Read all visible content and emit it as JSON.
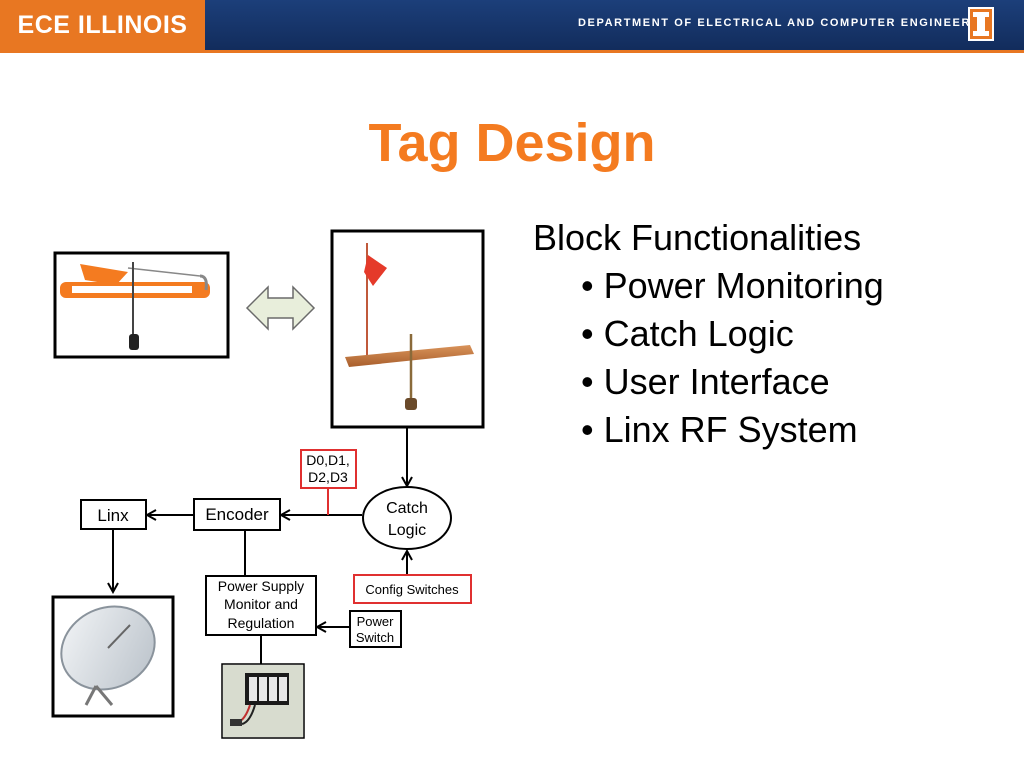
{
  "banner": {
    "logo": "ECE ILLINOIS",
    "department": "DEPARTMENT OF ELECTRICAL AND COMPUTER ENGINEERING"
  },
  "slide": {
    "title": "Tag Design",
    "bullets_heading": "Block Functionalities",
    "bullets": [
      "• Power Monitoring",
      "• Catch Logic",
      "• User Interface",
      "• Linx RF System"
    ]
  },
  "diagram": {
    "linx": "Linx",
    "encoder": "Encoder",
    "catch_logic_1": "Catch",
    "catch_logic_2": "Logic",
    "data_lines_1": "D0,D1,",
    "data_lines_2": "D2,D3",
    "config_switches": "Config Switches",
    "power_supply_1": "Power Supply",
    "power_supply_2": "Monitor and",
    "power_supply_3": "Regulation",
    "power_switch_1": "Power",
    "power_switch_2": "Switch"
  },
  "colors": {
    "banner": "#1c3f7a",
    "accent_orange": "#e87722",
    "title_orange": "#f47b20",
    "signal_red": "#e03030"
  }
}
